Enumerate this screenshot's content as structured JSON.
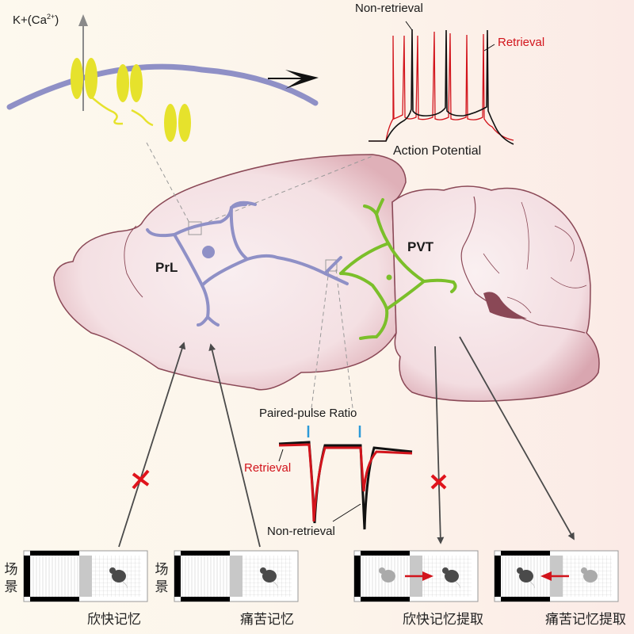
{
  "ion_label": "K+(Ca",
  "ion_sup": "2+",
  "ion_close": ")",
  "action_potential": {
    "title": "Action Potential",
    "non_retrieval": "Non-retrieval",
    "retrieval": "Retrieval"
  },
  "regions": {
    "prl": "PrL",
    "pvt": "PVT"
  },
  "ppr": {
    "title": "Paired-pulse Ratio",
    "retrieval": "Retrieval",
    "non_retrieval": "Non-retrieval"
  },
  "scene_label_top": "场",
  "scene_label_bottom": "景",
  "boxes": [
    {
      "caption": "欣快记忆",
      "blocked": true
    },
    {
      "caption": "痛苦记忆",
      "blocked": false
    },
    {
      "caption": "欣快记忆提取",
      "blocked": true
    },
    {
      "caption": "痛苦记忆提取",
      "blocked": false
    }
  ],
  "colors": {
    "prl_neuron": "#8f90c6",
    "pvt_neuron": "#7bbf2a",
    "channel": "#e6e22c",
    "membrane": "#8f90c6",
    "retrieval": "#d2141c",
    "non_retrieval": "#111111",
    "brain_fill": "#f6e4e6",
    "brain_edge": "#8a4856",
    "blocked_x": "#e0141c",
    "stim_marker": "#2c9ad8"
  }
}
